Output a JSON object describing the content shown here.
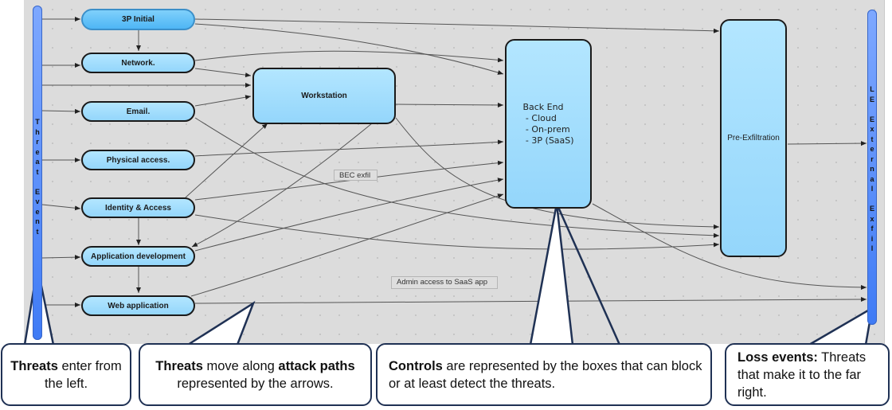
{
  "diagram": {
    "left_bar_label": "Threat Event",
    "right_bar_label": "LE External Exfil",
    "entry_nodes": [
      {
        "id": "n3p",
        "label": "3P Initial"
      },
      {
        "id": "nnet",
        "label": "Network."
      },
      {
        "id": "nemail",
        "label": "Email."
      },
      {
        "id": "nphys",
        "label": "Physical access."
      },
      {
        "id": "nida",
        "label": "Identity & Access"
      },
      {
        "id": "nappdev",
        "label": "Application development"
      },
      {
        "id": "nweb",
        "label": "Web application"
      }
    ],
    "control_nodes": {
      "workstation": "Workstation",
      "backend": "Back End\n - Cloud\n - On-prem\n - 3P (SaaS)",
      "preexfil": "Pre-Exfiltration"
    },
    "path_labels": {
      "bec_exfil": "BEC exfil",
      "admin_access": "Admin access to SaaS app"
    }
  },
  "callouts": [
    {
      "bold1": "Threats",
      "text1": " enter from the left.",
      "bold2": "",
      "text2": "",
      "bold3": "",
      "text3": ""
    },
    {
      "bold1": "Threats",
      "text1": " move along ",
      "bold2": "attack paths",
      "text2": " represented by the arrows.",
      "bold3": "",
      "text3": ""
    },
    {
      "bold1": "Controls",
      "text1": " are represented by the boxes that can block or at least detect the threats.",
      "bold2": "",
      "text2": "",
      "bold3": "",
      "text3": ""
    },
    {
      "bold1": "Loss events:",
      "text1": " Threats that make it to the far right.",
      "bold2": "",
      "text2": "",
      "bold3": "",
      "text3": ""
    }
  ],
  "colors": {
    "canvas": "#dcdcdc",
    "node_fill": "#a6defd",
    "bar_fill": "#4f86f7",
    "callout_border": "#1f3154"
  }
}
